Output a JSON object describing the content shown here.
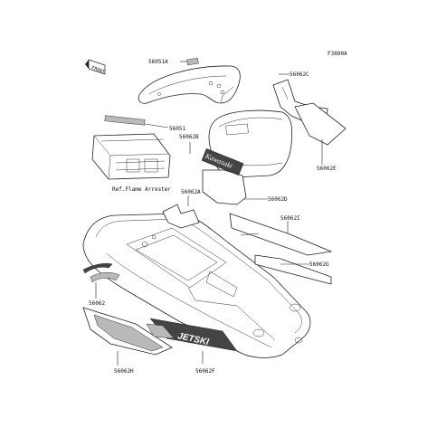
{
  "diagram": {
    "code": "F3880A",
    "front_label": "FRONT",
    "ref_note": "Ref.Flame Arrester",
    "labels": {
      "p56051A": "56051A",
      "p56062C": "56062C",
      "p56051": "56051",
      "p56062B": "56062B",
      "p56062A": "56062A",
      "p56062D": "56062D",
      "p56062E": "56062E",
      "p56062I": "56062I",
      "p56062G": "56062G",
      "p56062": "56062",
      "p56062H": "56062H",
      "p56062F": "56062F"
    },
    "decal_text": {
      "kawasaki": "Kawasaki",
      "jetski": "JETSKI"
    }
  }
}
